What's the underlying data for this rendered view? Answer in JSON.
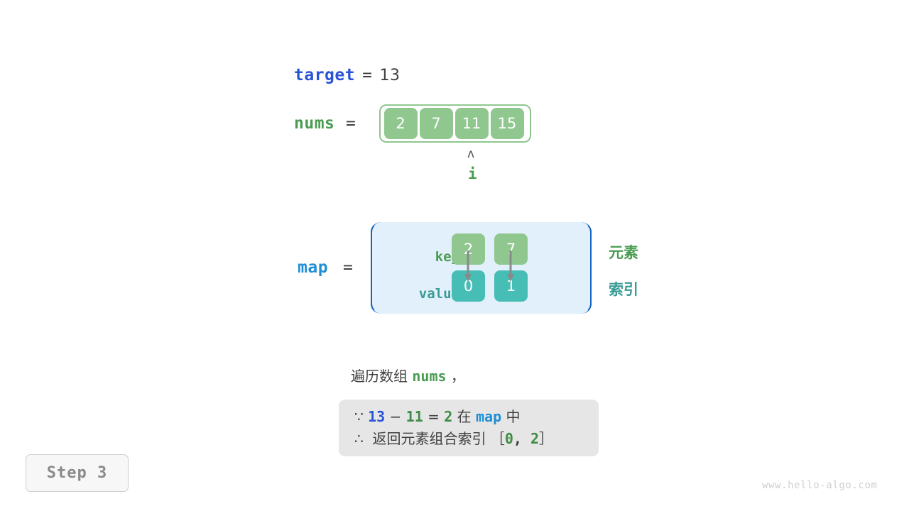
{
  "target": {
    "name": "target",
    "equals": "=",
    "value": "13"
  },
  "nums": {
    "name": "nums",
    "equals": "=",
    "cells": [
      "2",
      "7",
      "11",
      "15"
    ],
    "pointer": {
      "caret": "ʌ",
      "label": "i",
      "index": 2
    }
  },
  "map": {
    "name": "map",
    "equals": "=",
    "key_label": "key",
    "value_label": "value",
    "keys": [
      "2",
      "7"
    ],
    "values": [
      "0",
      "1"
    ],
    "legend_element": "元素",
    "legend_index": "索引"
  },
  "caption": {
    "prefix": "遍历数组 ",
    "code": "nums",
    "suffix": " ，"
  },
  "note": {
    "line1": {
      "sym": "∵ ",
      "a": "13",
      "minus": " − ",
      "b": "11",
      "eq": " = ",
      "c": "2",
      "mid": " 在 ",
      "map": "map",
      "tail": " 中"
    },
    "line2": {
      "sym": "∴ ",
      "text": " 返回元素组合索引 ［",
      "i0": "0",
      "comma": ", ",
      "i1": "2",
      "close": "］"
    }
  },
  "step_badge": "Step 3",
  "watermark": "www.hello-algo.com",
  "colors": {
    "accent_blue": "#2a54d6",
    "map_blue": "#1e8fd5",
    "green": "#4a9c52",
    "cell_green": "#8fc78f",
    "teal": "#46bdb5",
    "box_fill": "#e2f0fb",
    "box_border": "#1565c0",
    "note_bg": "#e6e6e6"
  }
}
